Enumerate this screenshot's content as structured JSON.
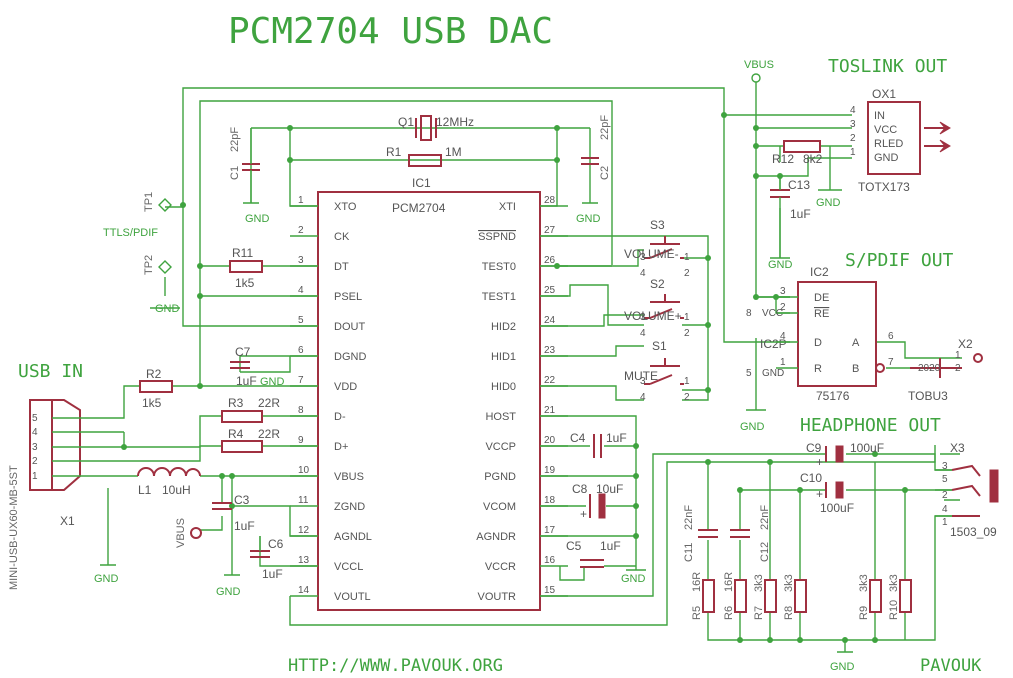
{
  "title": "PCM2704 USB DAC",
  "sections": {
    "toslink": "TOSLINK OUT",
    "spdif": "S/PDIF OUT",
    "headphone": "HEADPHONE OUT",
    "usb": "USB IN"
  },
  "footer": {
    "url": "HTTP://WWW.PAVOUK.ORG",
    "author": "PAVOUK"
  },
  "nets": {
    "vbus": "VBUS",
    "gnd": "GND",
    "ttl_spdif": "TTLS/PDIF"
  },
  "ic1": {
    "name": "IC1",
    "part": "PCM2704",
    "left_pins": [
      {
        "num": "1",
        "name": "XTO"
      },
      {
        "num": "2",
        "name": "CK"
      },
      {
        "num": "3",
        "name": "DT"
      },
      {
        "num": "4",
        "name": "PSEL"
      },
      {
        "num": "5",
        "name": "DOUT"
      },
      {
        "num": "6",
        "name": "DGND"
      },
      {
        "num": "7",
        "name": "VDD"
      },
      {
        "num": "8",
        "name": "D-"
      },
      {
        "num": "9",
        "name": "D+"
      },
      {
        "num": "10",
        "name": "VBUS"
      },
      {
        "num": "11",
        "name": "ZGND"
      },
      {
        "num": "12",
        "name": "AGNDL"
      },
      {
        "num": "13",
        "name": "VCCL"
      },
      {
        "num": "14",
        "name": "VOUTL"
      }
    ],
    "right_pins": [
      {
        "num": "28",
        "name": "XTI"
      },
      {
        "num": "27",
        "name": "SSPND"
      },
      {
        "num": "26",
        "name": "TEST0"
      },
      {
        "num": "25",
        "name": "TEST1"
      },
      {
        "num": "24",
        "name": "HID2"
      },
      {
        "num": "23",
        "name": "HID1"
      },
      {
        "num": "22",
        "name": "HID0"
      },
      {
        "num": "21",
        "name": "HOST"
      },
      {
        "num": "20",
        "name": "VCCP"
      },
      {
        "num": "19",
        "name": "PGND"
      },
      {
        "num": "18",
        "name": "VCOM"
      },
      {
        "num": "17",
        "name": "AGNDR"
      },
      {
        "num": "16",
        "name": "VCCR"
      },
      {
        "num": "15",
        "name": "VOUTR"
      }
    ]
  },
  "ic2": {
    "name": "IC2",
    "part": "75176",
    "power_name": "IC2P",
    "pins_left": [
      {
        "num": "3",
        "name": "DE"
      },
      {
        "num": "2",
        "name": "RE"
      },
      {
        "num": "4",
        "name": "D"
      },
      {
        "num": "1",
        "name": "R"
      }
    ],
    "pins_right": [
      {
        "num": "6",
        "name": "A"
      },
      {
        "num": "7",
        "name": "B"
      }
    ],
    "power_pins": [
      {
        "num": "8",
        "name": "VCC"
      },
      {
        "num": "5",
        "name": "GND"
      }
    ]
  },
  "ox1": {
    "name": "OX1",
    "part": "TOTX173",
    "pins": [
      {
        "num": "4",
        "name": "IN"
      },
      {
        "num": "3",
        "name": "VCC"
      },
      {
        "num": "2",
        "name": "RLED"
      },
      {
        "num": "1",
        "name": "GND"
      }
    ]
  },
  "components": {
    "q1": {
      "name": "Q1",
      "value": "12MHz"
    },
    "r1": {
      "name": "R1",
      "value": "1M"
    },
    "c1": {
      "name": "C1",
      "value": "22pF"
    },
    "c2": {
      "name": "C2",
      "value": "22pF"
    },
    "r11": {
      "name": "R11",
      "value": "1k5"
    },
    "c7": {
      "name": "C7",
      "value": "1uF"
    },
    "r2": {
      "name": "R2",
      "value": "1k5"
    },
    "r3": {
      "name": "R3",
      "value": "22R"
    },
    "r4": {
      "name": "R4",
      "value": "22R"
    },
    "l1": {
      "name": "L1",
      "value": "10uH"
    },
    "c3": {
      "name": "C3",
      "value": "1uF"
    },
    "c6": {
      "name": "C6",
      "value": "1uF"
    },
    "c4": {
      "name": "C4",
      "value": "1uF"
    },
    "c8": {
      "name": "C8",
      "value": "10uF"
    },
    "c5": {
      "name": "C5",
      "value": "1uF"
    },
    "r12": {
      "name": "R12",
      "value": "8k2"
    },
    "c13": {
      "name": "C13",
      "value": "1uF"
    },
    "c9": {
      "name": "C9",
      "value": "100uF"
    },
    "c10": {
      "name": "C10",
      "value": "100uF"
    },
    "c11": {
      "name": "C11",
      "value": "22nF"
    },
    "c12": {
      "name": "C12",
      "value": "22nF"
    },
    "r5": {
      "name": "R5",
      "value": "16R"
    },
    "r6": {
      "name": "R6",
      "value": "16R"
    },
    "r7": {
      "name": "R7",
      "value": "3k3"
    },
    "r8": {
      "name": "R8",
      "value": "3k3"
    },
    "r9": {
      "name": "R9",
      "value": "3k3"
    },
    "r10": {
      "name": "R10",
      "value": "3k3"
    },
    "s1": {
      "name": "S1",
      "value": "MUTE"
    },
    "s2": {
      "name": "S2",
      "value": "VOLUME+"
    },
    "s3": {
      "name": "S3",
      "value": "VOLUME-"
    },
    "tp1": {
      "name": "TP1"
    },
    "tp2": {
      "name": "TP2"
    },
    "x1": {
      "name": "X1",
      "value": "MINI-USB-UX60-MB-5ST",
      "pins": [
        "5",
        "4",
        "3",
        "2",
        "1"
      ]
    },
    "x2": {
      "name": "X2",
      "value": "TOBU3",
      "pins": [
        "2",
        "1"
      ],
      "extra": "2020"
    },
    "x3": {
      "name": "X3",
      "value": "1503_09",
      "pins": [
        "3",
        "5",
        "2",
        "4",
        "1"
      ]
    }
  },
  "switch_pins": [
    "1",
    "2",
    "3",
    "4"
  ]
}
